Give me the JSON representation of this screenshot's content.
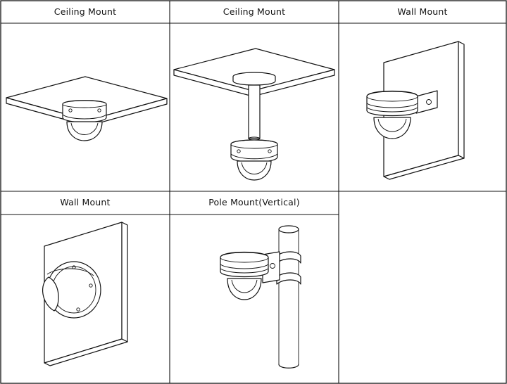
{
  "table": {
    "cells": [
      {
        "label": "Ceiling Mount"
      },
      {
        "label": "Ceiling Mount"
      },
      {
        "label": "Wall Mount"
      },
      {
        "label": "Wall Mount"
      },
      {
        "label": "Pole Mount(Vertical)"
      }
    ]
  },
  "icons": {
    "ceiling-mount-1": "dome-camera-ceiling-icon",
    "ceiling-mount-2": "dome-camera-pendant-icon",
    "wall-mount-1": "dome-camera-wall-bracket-icon",
    "wall-mount-2": "dome-camera-wall-flush-icon",
    "pole-mount": "dome-camera-pole-icon"
  }
}
